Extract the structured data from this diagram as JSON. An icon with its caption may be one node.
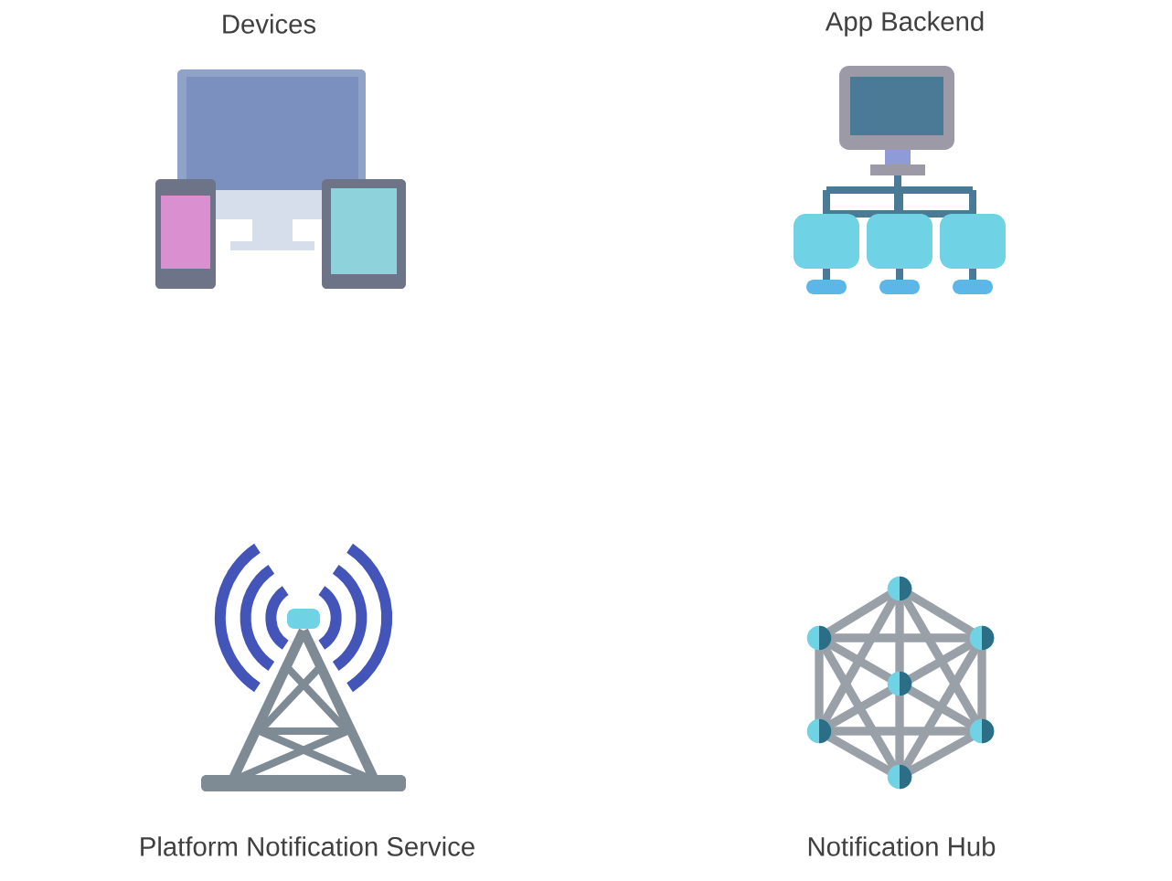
{
  "diagram": {
    "nodes": [
      {
        "text": [
          "Devices"
        ]
      },
      {
        "text": [
          "App Backend"
        ]
      },
      {
        "text": [
          "Platform Notification Service"
        ]
      },
      {
        "text": [
          "Notification Hub"
        ]
      }
    ]
  }
}
